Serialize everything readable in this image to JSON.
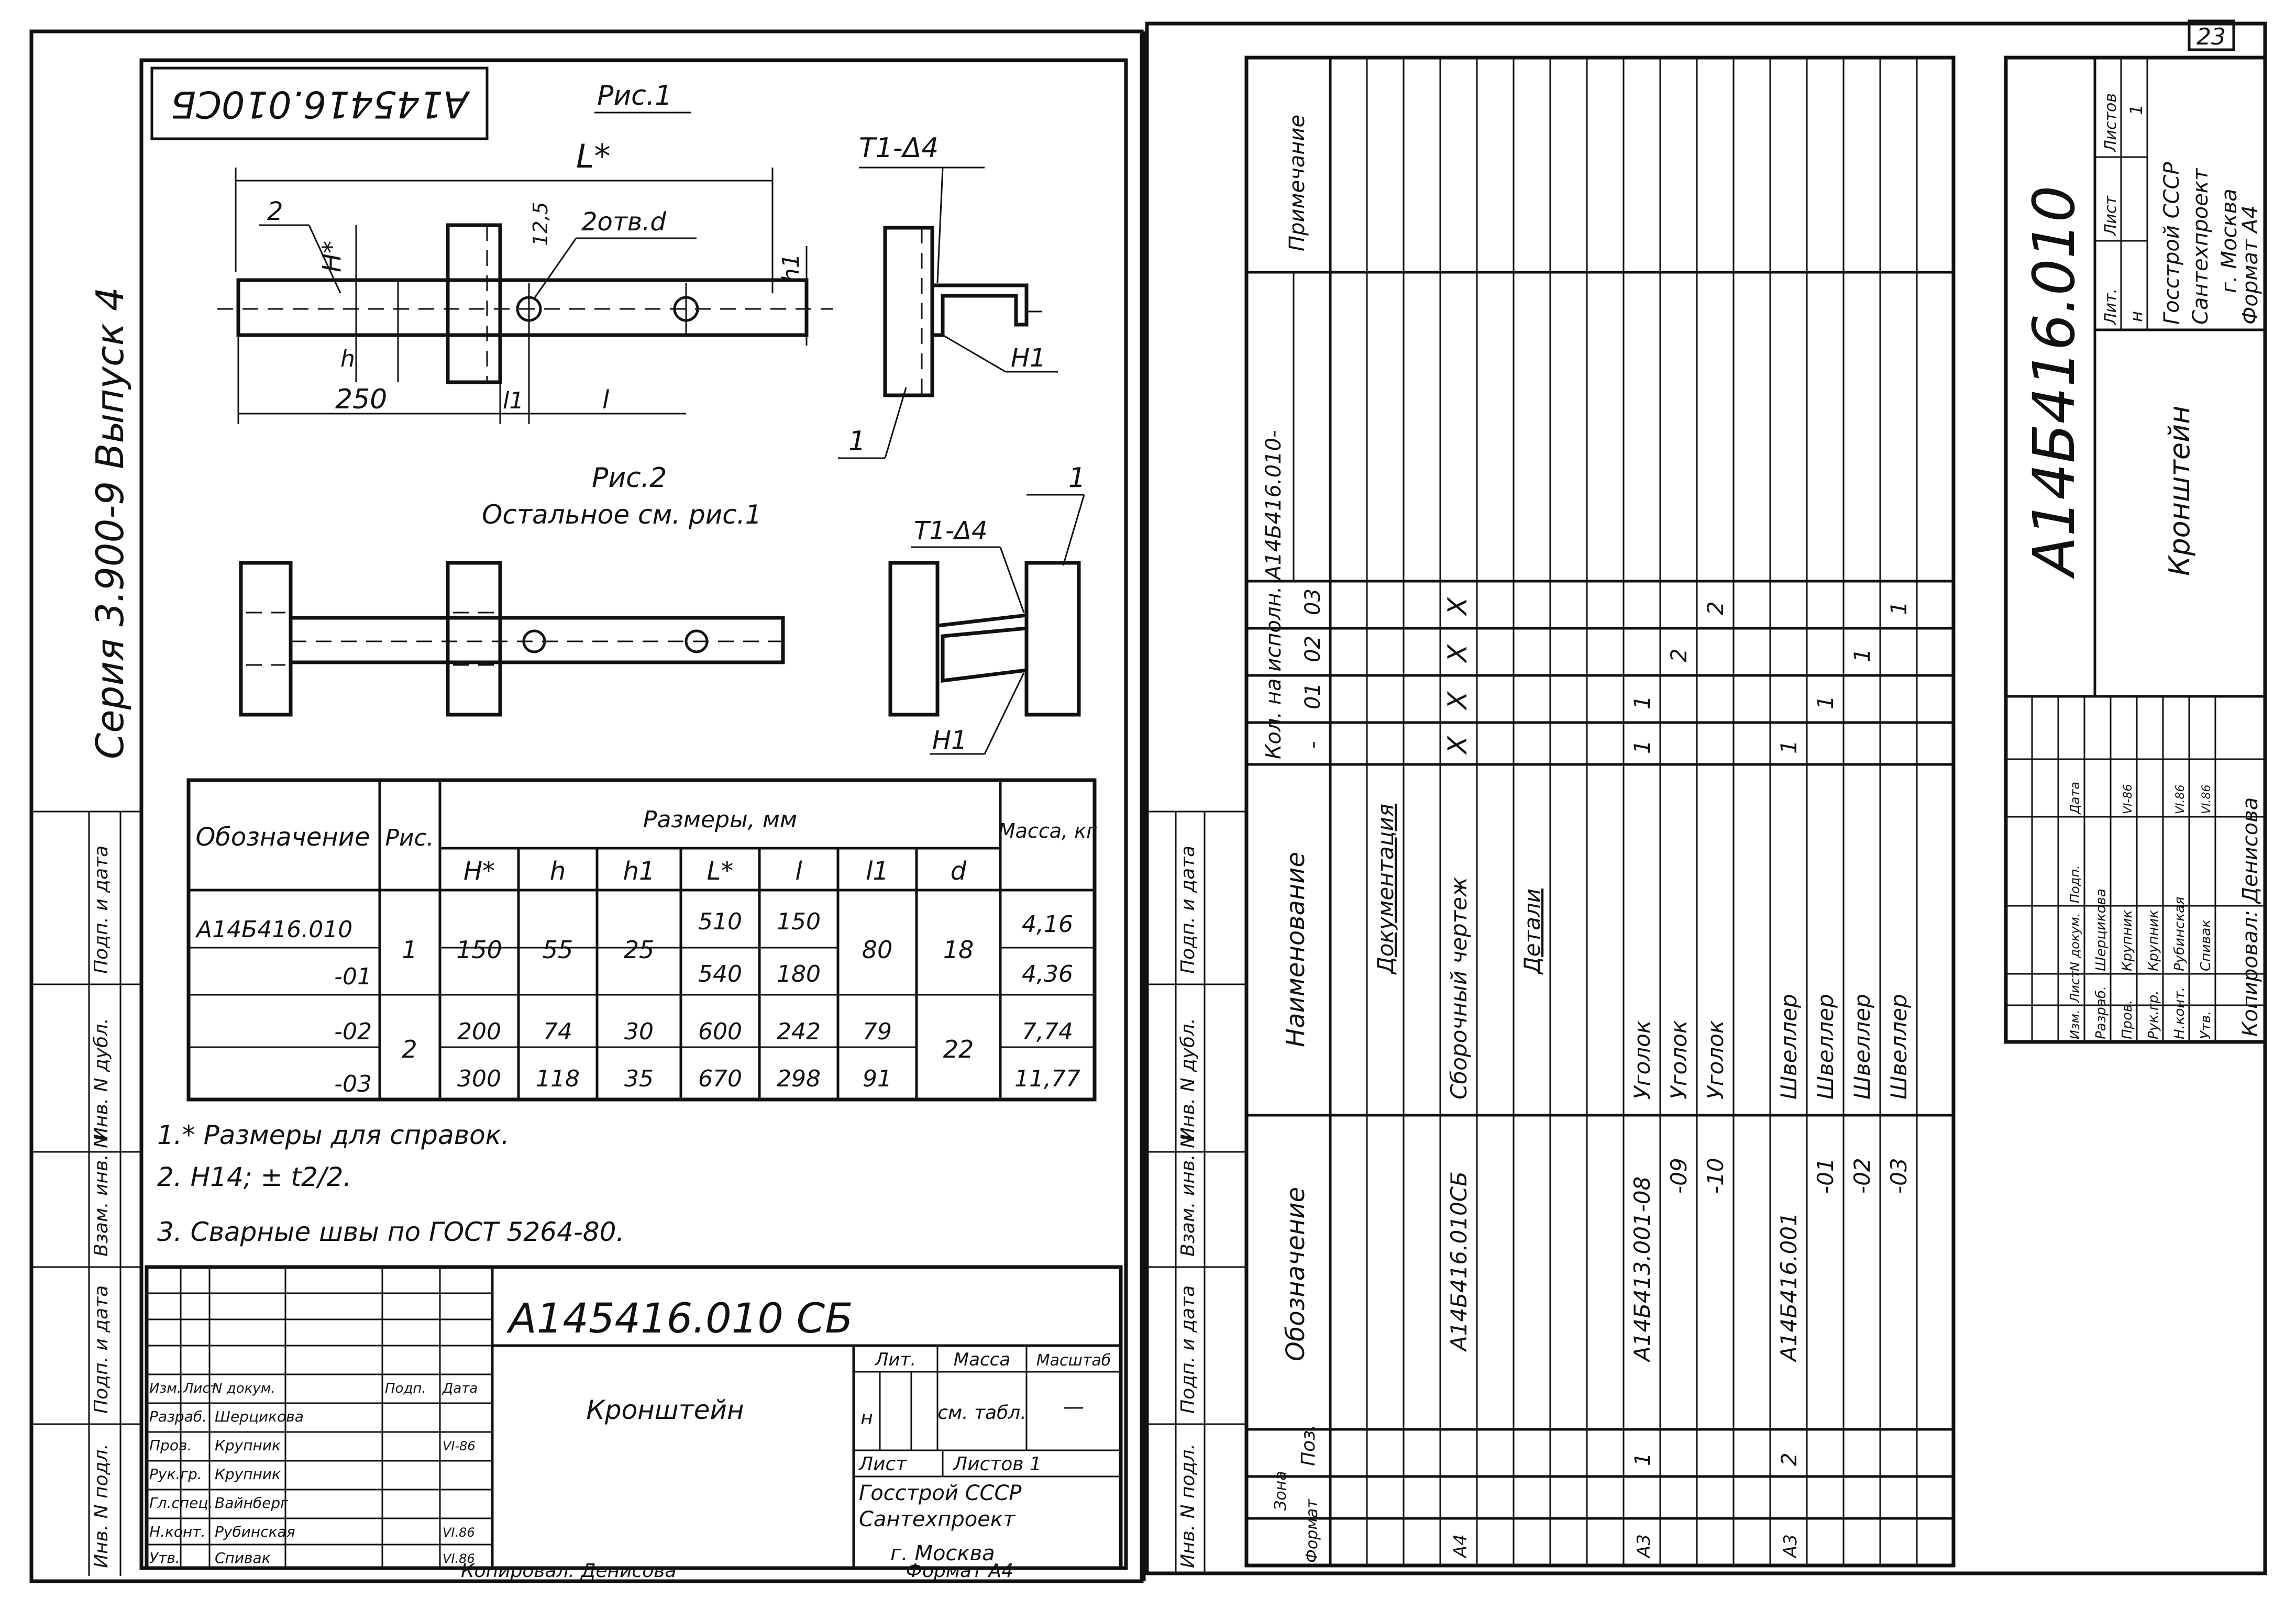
{
  "page_number": "23",
  "margin_labels": {
    "left_series": "Серия 3.900-9   Выпуск 4",
    "left_stamp": [
      "Инв. N подл.",
      "Подп. и дата",
      "Взам. инв. N",
      "Инв. N дубл.",
      "Подп. и дата"
    ],
    "right_stamp": [
      "Инв. N подл.",
      "Подп. и дата",
      "Взам. инв. N",
      "Инв. N дубл.",
      "Подп. и дата"
    ]
  },
  "left_sheet": {
    "top_code": "А145416.010СБ",
    "fig1_title": "Рис.1",
    "fig2_title": "Рис.2",
    "fig2_note": "Остальное см. рис.1",
    "labels": {
      "L_star": "L*",
      "H_star": "H*",
      "h": "h",
      "h1": "h1",
      "l": "l",
      "l1": "l1",
      "dim_250": "250",
      "dim_125": "12,5",
      "holes": "2отв.d",
      "weld_T1": "T1-Δ4",
      "weld_H1": "H1",
      "pos1": "1",
      "pos2": "2"
    },
    "table": {
      "header_designation": "Обозначение",
      "header_fig": "Рис.",
      "header_dims": "Размеры, мм",
      "header_mass": "Масса, кг",
      "dim_cols": [
        "H*",
        "h",
        "h1",
        "L*",
        "l",
        "l1",
        "d"
      ],
      "rows": [
        {
          "designation": "А14Б416.010",
          "fig": "1",
          "H": "150",
          "h": "55",
          "h1": "25",
          "L": "510",
          "l": "150",
          "l1": "80",
          "d": "18",
          "mass": "4,16"
        },
        {
          "designation": "-01",
          "fig": "",
          "H": "",
          "h": "",
          "h1": "",
          "L": "540",
          "l": "180",
          "l1": "",
          "d": "",
          "mass": "4,36"
        },
        {
          "designation": "-02",
          "fig": "2",
          "H": "200",
          "h": "74",
          "h1": "30",
          "L": "600",
          "l": "242",
          "l1": "79",
          "d": "22",
          "mass": "7,74"
        },
        {
          "designation": "-03",
          "fig": "",
          "H": "300",
          "h": "118",
          "h1": "35",
          "L": "670",
          "l": "298",
          "l1": "91",
          "d": "",
          "mass": "11,77"
        }
      ]
    },
    "notes": [
      "1.* Размеры для справок.",
      "2. H14; ± t2/2.",
      "3. Сварные швы по ГОСТ 5264-80."
    ],
    "title_block": {
      "code": "А145416.010 СБ",
      "name": "Кронштейн",
      "lit_label": "Лит.",
      "mass_label": "Масса",
      "scale_label": "Масштаб",
      "lit_value": "н",
      "mass_value": "см. табл.",
      "scale_value": "—",
      "sheet_label": "Лист",
      "sheets_label": "Листов 1",
      "org": [
        "Госстрой СССР",
        "Сантехпроект",
        "г. Москва"
      ],
      "signatures": [
        {
          "role": "Изм.",
          "name": "Лист",
          "doc": "N докум.",
          "sign": "Подп.",
          "date": "Дата"
        },
        {
          "role": "Разраб.",
          "name": "Шерцикова",
          "doc": "",
          "sign": "",
          "date": ""
        },
        {
          "role": "Пров.",
          "name": "Крупник",
          "doc": "",
          "sign": "",
          "date": "VI-86"
        },
        {
          "role": "Рук.гр.",
          "name": "Крупник",
          "doc": "",
          "sign": "",
          "date": ""
        },
        {
          "role": "Гл.спец.",
          "name": "Вайнберг",
          "doc": "",
          "sign": "",
          "date": ""
        },
        {
          "role": "Н.конт.",
          "name": "Рубинская",
          "doc": "",
          "sign": "",
          "date": "VI.86"
        },
        {
          "role": "Утв.",
          "name": "Спивак",
          "doc": "",
          "sign": "",
          "date": "VI.86"
        }
      ],
      "copied": "Копировал: Денисова",
      "format": "Формат А4"
    }
  },
  "right_sheet": {
    "headers": {
      "format": "Формат",
      "zone": "Зона",
      "pos": "Поз.",
      "designation": "Обозначение",
      "name": "Наименование",
      "qty": "Кол. на исполн. А14Б416.010-",
      "qty_cols": [
        "-",
        "01",
        "02",
        "03"
      ],
      "note": "Примечание"
    },
    "rows": [
      {
        "format": "",
        "pos": "",
        "designation": "",
        "name": "Документация",
        "underline": true,
        "q": [
          "",
          "",
          "",
          ""
        ]
      },
      {
        "format": "А4",
        "pos": "",
        "designation": "А14Б416.010СБ",
        "name": "Сборочный чертеж",
        "underline": false,
        "q": [
          "X",
          "X",
          "X",
          "X"
        ]
      },
      {
        "format": "",
        "pos": "",
        "designation": "",
        "name": "Детали",
        "underline": true,
        "q": [
          "",
          "",
          "",
          ""
        ]
      },
      {
        "format": "А3",
        "pos": "1",
        "designation": "А14Б413.001-08",
        "name": "Уголок",
        "underline": false,
        "q": [
          "1",
          "1",
          "",
          ""
        ]
      },
      {
        "format": "",
        "pos": "",
        "designation": "-09",
        "name": "Уголок",
        "underline": false,
        "q": [
          "",
          "",
          "2",
          ""
        ]
      },
      {
        "format": "",
        "pos": "",
        "designation": "-10",
        "name": "Уголок",
        "underline": false,
        "q": [
          "",
          "",
          "",
          "2"
        ]
      },
      {
        "format": "А3",
        "pos": "2",
        "designation": "А14Б416.001",
        "name": "Швеллер",
        "underline": false,
        "q": [
          "1",
          "",
          "",
          ""
        ]
      },
      {
        "format": "",
        "pos": "",
        "designation": "-01",
        "name": "Швеллер",
        "underline": false,
        "q": [
          "",
          "1",
          "",
          ""
        ]
      },
      {
        "format": "",
        "pos": "",
        "designation": "-02",
        "name": "Швеллер",
        "underline": false,
        "q": [
          "",
          "",
          "1",
          ""
        ]
      },
      {
        "format": "",
        "pos": "",
        "designation": "-03",
        "name": "Швеллер",
        "underline": false,
        "q": [
          "",
          "",
          "",
          "1"
        ]
      }
    ],
    "title_block": {
      "code": "А14Б416.010",
      "name": "Кронштейн",
      "lit_label": "Лит.",
      "sheet_label": "Лист",
      "sheets_label": "Листов",
      "lit_value": "н",
      "sheets_value": "1",
      "org": [
        "Госстрой СССР",
        "Сантехпроект",
        "г. Москва"
      ],
      "signatures": [
        {
          "role": "Изм.",
          "name": "Лист",
          "doc": "N докум.",
          "sign": "Подп.",
          "date": "Дата"
        },
        {
          "role": "Разраб.",
          "name": "Шерцикова",
          "doc": "",
          "sign": "",
          "date": ""
        },
        {
          "role": "Пров.",
          "name": "Крупник",
          "doc": "",
          "sign": "",
          "date": "VI-86"
        },
        {
          "role": "Рук.гр.",
          "name": "Крупник",
          "doc": "",
          "sign": "",
          "date": ""
        },
        {
          "role": "Н.конт.",
          "name": "Рубинская",
          "doc": "",
          "sign": "",
          "date": "VI.86"
        },
        {
          "role": "Утв.",
          "name": "Спивак",
          "doc": "",
          "sign": "",
          "date": "VI.86"
        }
      ],
      "copied": "Копировал: Денисова",
      "format": "Формат А4"
    }
  }
}
